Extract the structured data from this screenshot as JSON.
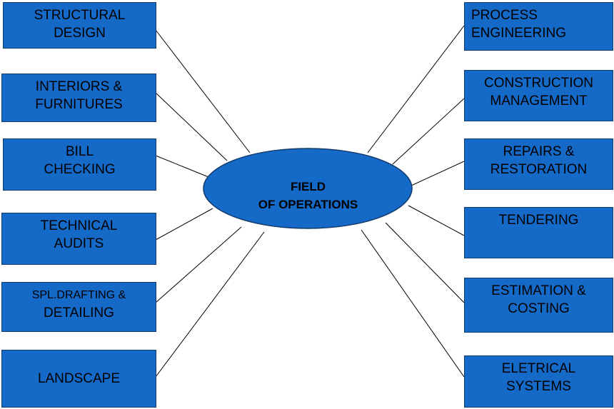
{
  "center": {
    "line1": "FIELD",
    "line2": "OF OPERATIONS"
  },
  "left": [
    {
      "line1": "STRUCTURAL",
      "line2": "DESIGN"
    },
    {
      "line1": "INTERIORS &",
      "line2": "FURNITURES"
    },
    {
      "line1": "BILL",
      "line2": "CHECKING"
    },
    {
      "line1": "TECHNICAL",
      "line2": "AUDITS"
    },
    {
      "line1": "SPL.DRAFTING &",
      "line2": "DETAILING"
    },
    {
      "line1": "LANDSCAPE"
    }
  ],
  "right": [
    {
      "line1": "PROCESS",
      "line2": "ENGINEERING"
    },
    {
      "line1": "CONSTRUCTION",
      "line2": "MANAGEMENT"
    },
    {
      "line1": "REPAIRS &",
      "line2": "RESTORATION"
    },
    {
      "line1": "TENDERING"
    },
    {
      "line1": "ESTIMATION &",
      "line2": "COSTING"
    },
    {
      "line1": "ELETRICAL",
      "line2": "SYSTEMS"
    }
  ],
  "colors": {
    "box_fill": "#1569c7",
    "border": "#123a6b",
    "hub_fill": "#1569c7",
    "connector": "#000000"
  }
}
